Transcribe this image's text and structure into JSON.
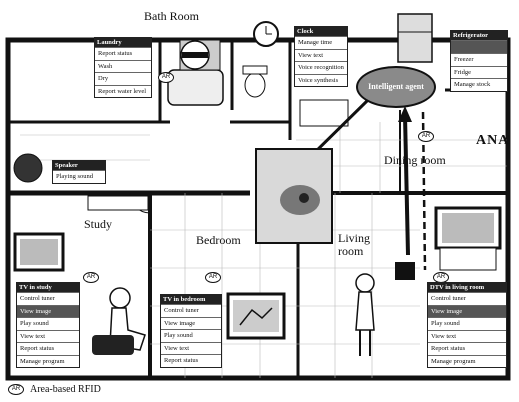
{
  "rooms": {
    "bath": "Bath Room",
    "dining": "Dining room",
    "study": "Study",
    "bedroom": "Bedroom",
    "living": "Living room"
  },
  "annotation_right": "ANA",
  "agent_label": "Intelligent agent",
  "rfid_tag": "AR",
  "legend": {
    "icon_text": "AR",
    "label": "Area-based RFID"
  },
  "panels": {
    "laundry": {
      "title": "Laundry",
      "items": [
        "Report status",
        "Wash",
        "Dry",
        "Report water level"
      ]
    },
    "clock": {
      "title": "Clock",
      "items": [
        "Manage time",
        "View text",
        "Voice recognition",
        "Voice synthesis"
      ]
    },
    "refrigerator": {
      "title": "Refrigerator",
      "items": [
        "",
        "Freezer",
        "Fridge",
        "Manage stock"
      ]
    },
    "speaker": {
      "title": "Speaker",
      "items": [
        "Playing sound"
      ]
    },
    "tv_study": {
      "title": "TV in study",
      "items": [
        "Control tuner",
        "View image",
        "Play sound",
        "View text",
        "Report status",
        "Manage program"
      ],
      "highlight": 1
    },
    "tv_bedroom": {
      "title": "TV in bedroom",
      "items": [
        "Control tuner",
        "View image",
        "Play sound",
        "View text",
        "Report status"
      ]
    },
    "dtv_living": {
      "title": "DTV in living room",
      "items": [
        "Control tuner",
        "View image",
        "Play sound",
        "View text",
        "Report status",
        "Manage program"
      ],
      "highlight": 1
    }
  }
}
